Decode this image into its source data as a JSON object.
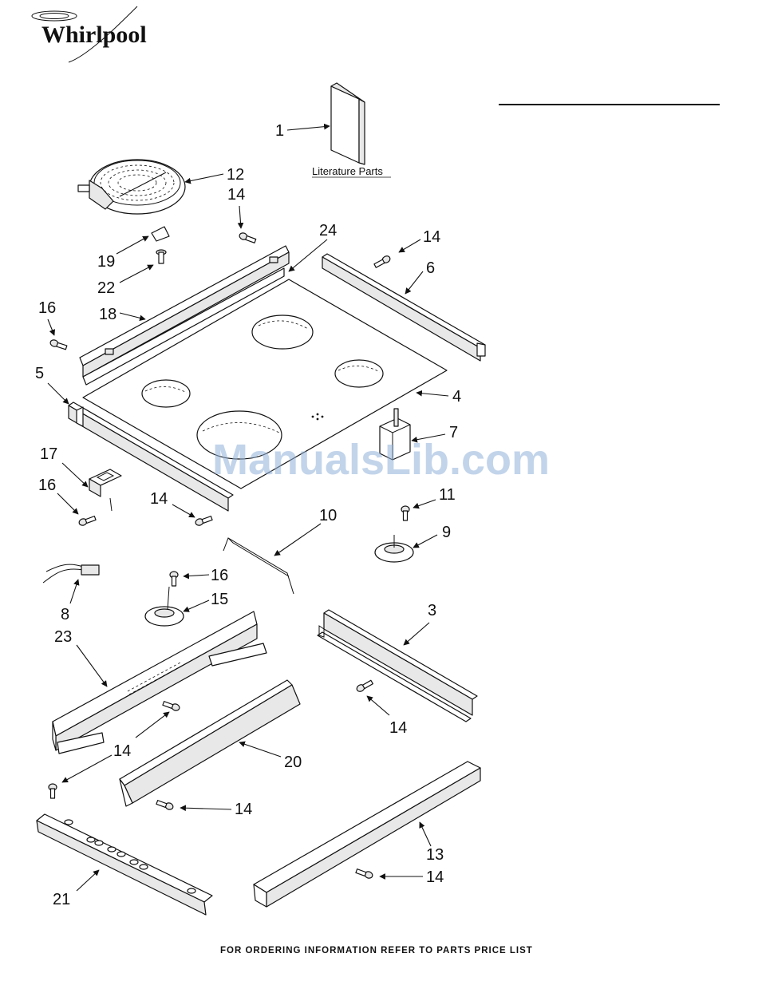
{
  "brand": {
    "logo_text": "Whirlpool"
  },
  "literature": {
    "caption": "Literature Parts"
  },
  "footer": {
    "text": "FOR ORDERING INFORMATION REFER TO PARTS PRICE LIST"
  },
  "watermark": {
    "text": "ManualsLib.com"
  },
  "callouts": {
    "c1": "1",
    "c3": "3",
    "c4": "4",
    "c5": "5",
    "c6": "6",
    "c7": "7",
    "c8": "8",
    "c9": "9",
    "c10": "10",
    "c11": "11",
    "c12": "12",
    "c13": "13",
    "c14a": "14",
    "c14b": "14",
    "c14c": "14",
    "c14d": "14",
    "c14e": "14",
    "c14f": "14",
    "c14g": "14",
    "c15": "15",
    "c16a": "16",
    "c16b": "16",
    "c16c": "16",
    "c17": "17",
    "c18": "18",
    "c19": "19",
    "c20": "20",
    "c21": "21",
    "c22": "22",
    "c23": "23",
    "c24": "24"
  }
}
